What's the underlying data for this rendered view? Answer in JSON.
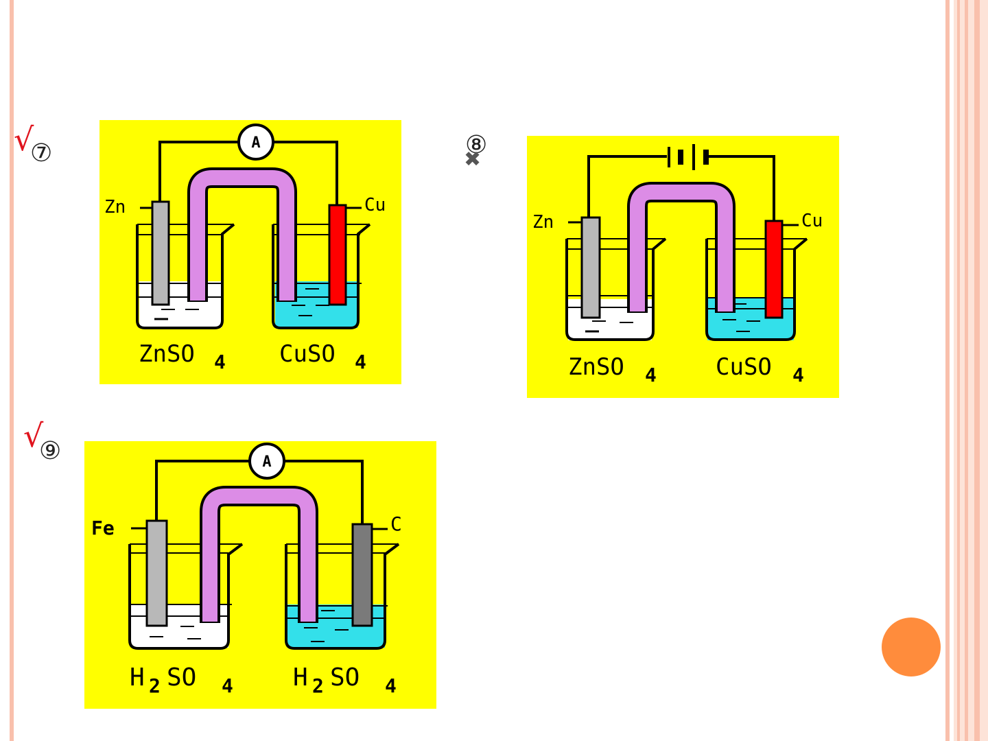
{
  "labels": {
    "item7": "⑦",
    "item8": "⑧",
    "item9": "⑨",
    "check": "√",
    "cross": "✖"
  },
  "diagram7": {
    "left_electrode": "Zn",
    "right_electrode": "Cu",
    "left_solution": "ZnSO",
    "right_solution": "CuSO",
    "subscript": "4",
    "meter": "A"
  },
  "diagram8": {
    "left_electrode": "Zn",
    "right_electrode": "Cu",
    "left_solution": "ZnSO",
    "right_solution": "CuSO",
    "subscript": "4"
  },
  "diagram9": {
    "left_electrode": "Fe",
    "right_electrode": "C",
    "left_solution_a": "H",
    "left_solution_sub1": "2",
    "left_solution_b": "SO",
    "right_solution_a": "H",
    "right_solution_sub1": "2",
    "right_solution_b": "SO",
    "subscript": "4",
    "meter": "A"
  },
  "colors": {
    "panel": "#ffff00",
    "salt_bridge": "#dc8ce6",
    "zinc": "#b8b8b8",
    "copper": "#ff0000",
    "carbon": "#7a7a7a",
    "blue_solution": "#33e0ea",
    "accent_dot": "#ff8c3c",
    "border": "#f9c0ac",
    "check": "#e0141e"
  }
}
